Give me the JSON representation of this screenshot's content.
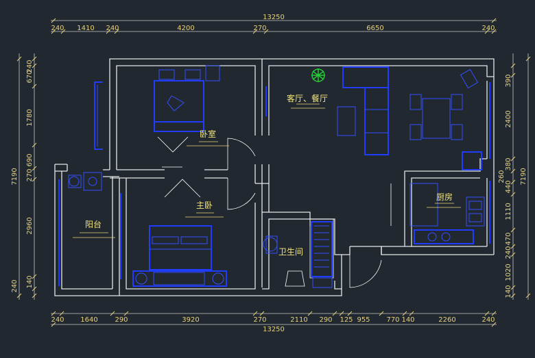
{
  "colors": {
    "background": "#212830",
    "walls": "#e6e6e6",
    "furniture": "#1f3cff",
    "text": "#e8d27a",
    "plant": "#22cc33"
  },
  "dimensions": {
    "top_segments": [
      "240",
      "1410",
      "240",
      "4200",
      "270",
      "6650",
      "240"
    ],
    "top_total": "13250",
    "bottom_segments": [
      "240",
      "1640",
      "290",
      "3920",
      "270",
      "2110",
      "290",
      "125",
      "955",
      "770",
      "140",
      "2260",
      "240"
    ],
    "bottom_total": "13250",
    "left_segments": [
      "240",
      "670",
      "1780",
      "690",
      "270",
      "2960",
      "140",
      "240"
    ],
    "left_total": "7190",
    "right_segments": [
      "390",
      "2400",
      "380",
      "260",
      "440",
      "1110",
      "470",
      "240",
      "1020",
      "140"
    ],
    "right_total": "7190"
  },
  "rooms": {
    "bedroom": "卧室",
    "master_bedroom": "主卧",
    "living_dining": "客厅、餐厅",
    "kitchen": "厨房",
    "bathroom": "卫生间",
    "balcony": "阳台"
  }
}
